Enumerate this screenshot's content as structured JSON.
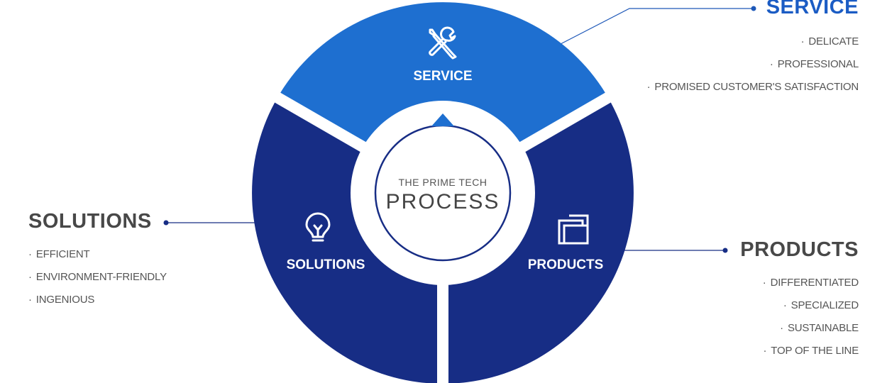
{
  "center": {
    "subtitle": "THE PRIME TECH",
    "title": "PROCESS"
  },
  "segments": {
    "service": {
      "label": "SERVICE",
      "icon": "wrench-screwdriver-icon",
      "color": "#1e6fd0"
    },
    "solutions": {
      "label": "SOLUTIONS",
      "icon": "lightbulb-icon",
      "color": "#172d85"
    },
    "products": {
      "label": "PRODUCTS",
      "icon": "stacked-squares-icon",
      "color": "#172d85"
    }
  },
  "side_panels": {
    "service": {
      "title": "SERVICE",
      "title_color": "#1b5cc4",
      "items": [
        "DELICATE",
        "PROFESSIONAL",
        "PROMISED CUSTOMER'S SATISFACTION"
      ]
    },
    "solutions": {
      "title": "SOLUTIONS",
      "items": [
        "EFFICIENT",
        "ENVIRONMENT-FRIENDLY",
        "INGENIOUS"
      ]
    },
    "products": {
      "title": "PRODUCTS",
      "items": [
        "DIFFERENTIATED",
        "SPECIALIZED",
        "SUSTAINABLE",
        "TOP OF THE LINE"
      ]
    }
  },
  "bullet": "·"
}
